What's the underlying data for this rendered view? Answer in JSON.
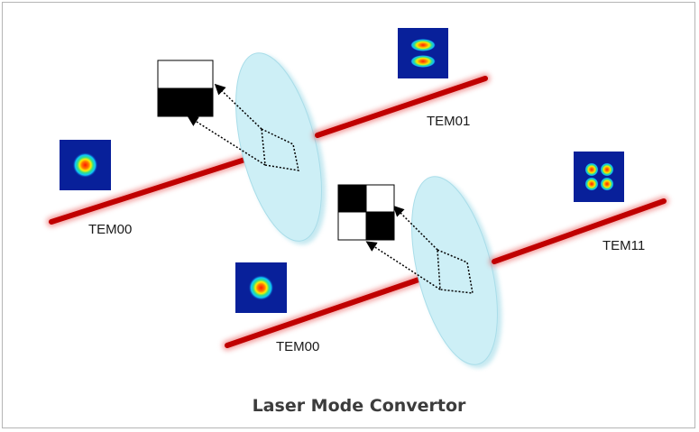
{
  "diagram": {
    "title": "Laser Mode Convertor",
    "labels": {
      "input_top": "TEM00",
      "output_top": "TEM01",
      "input_bottom": "TEM00",
      "output_bottom": "TEM11"
    },
    "colors": {
      "beam": "#c00000",
      "lens": "#cdeff6",
      "lens_edge": "#9fdbe8",
      "mode_bg": "#08209a",
      "frame": "#b5b5b5"
    }
  }
}
